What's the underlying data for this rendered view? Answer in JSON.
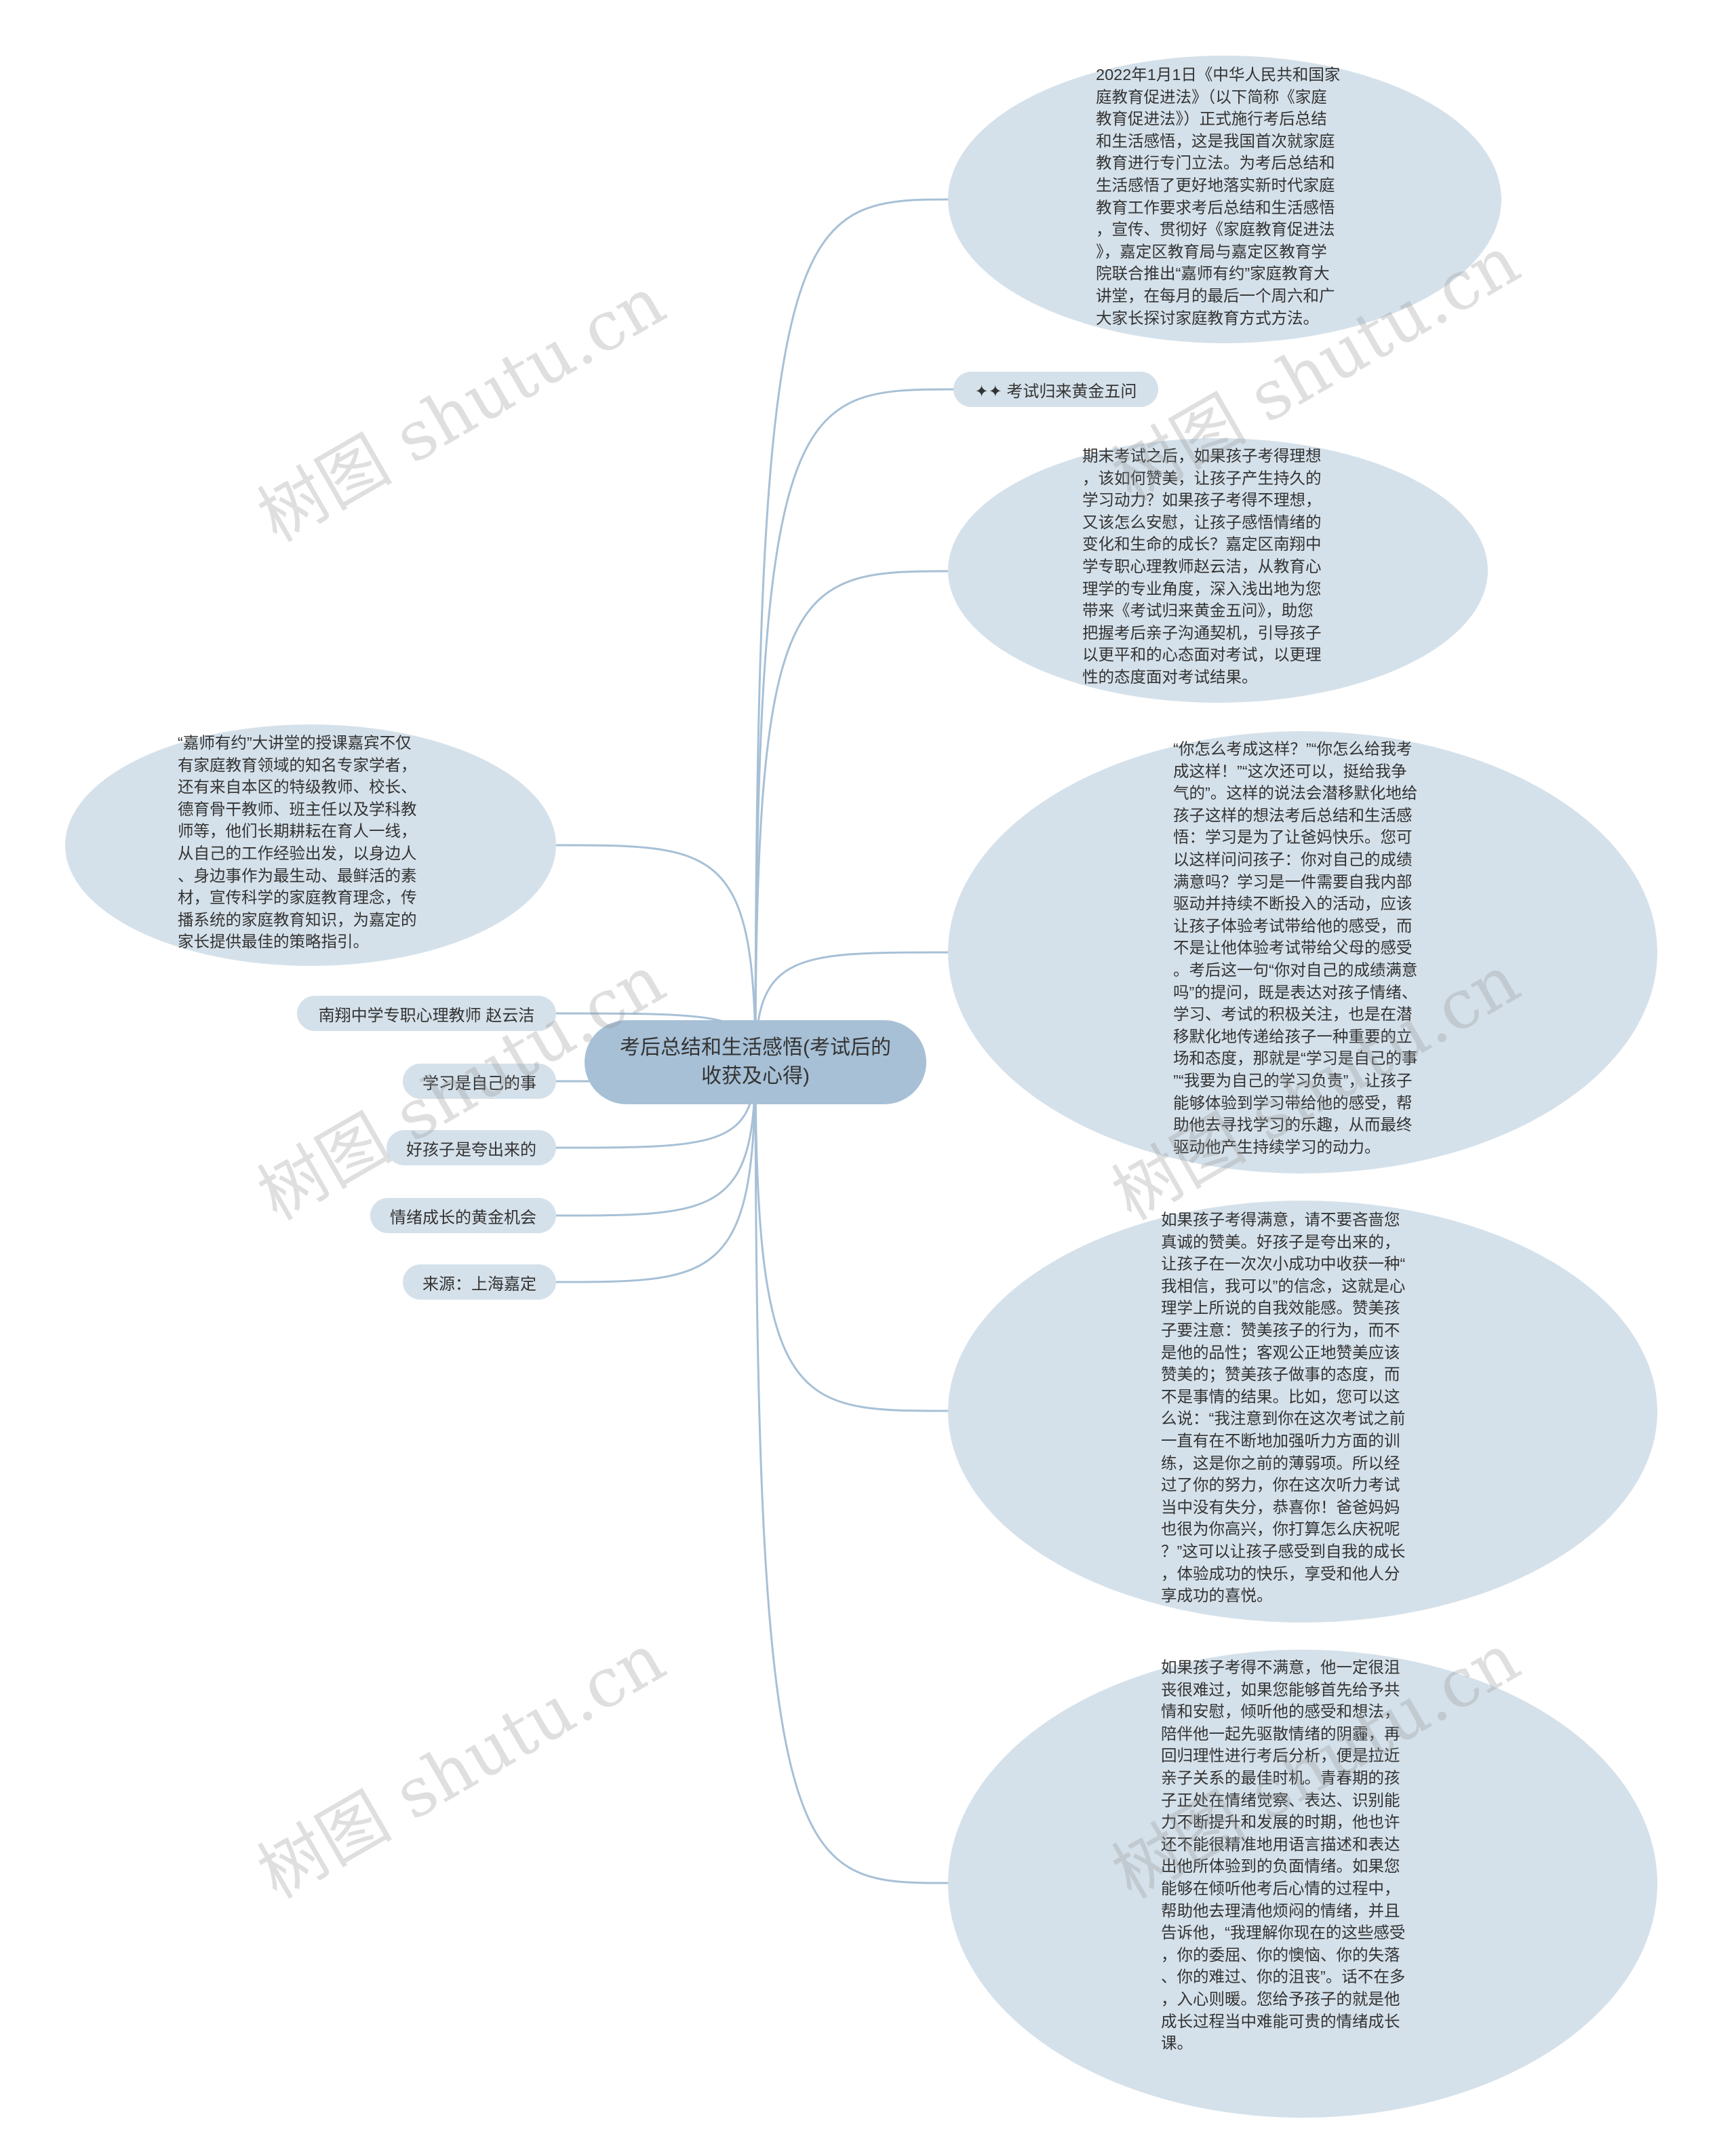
{
  "root": {
    "label": "考后总结和生活感悟(考试后的收获及心得)"
  },
  "right_nodes": [
    {
      "text": "2022年1月1日《中华人民共和国家\n庭教育促进法》（以下简称《家庭\n教育促进法》）正式施行考后总结\n和生活感悟，这是我国首次就家庭\n教育进行专门立法。为考后总结和\n生活感悟了更好地落实新时代家庭\n教育工作要求考后总结和生活感悟\n，宣传、贯彻好《家庭教育促进法\n》，嘉定区教育局与嘉定区教育学\n院联合推出“嘉师有约”家庭教育大\n讲堂，在每月的最后一个周六和广\n大家长探讨家庭教育方式方法。"
    },
    {
      "text": "✦✦ 考试归来黄金五问"
    },
    {
      "text": "期末考试之后，如果孩子考得理想\n，该如何赞美，让孩子产生持久的\n学习动力？如果孩子考得不理想，\n又该怎么安慰，让孩子感悟情绪的\n变化和生命的成长？嘉定区南翔中\n学专职心理教师赵云洁，从教育心\n理学的专业角度，深入浅出地为您\n带来《考试归来黄金五问》，助您\n把握考后亲子沟通契机，引导孩子\n以更平和的心态面对考试，以更理\n性的态度面对考试结果。"
    },
    {
      "text": "“你怎么考成这样？”“你怎么给我考\n成这样！”“这次还可以，挺给我争\n气的”。这样的说法会潜移默化地给\n孩子这样的想法考后总结和生活感\n悟：学习是为了让爸妈快乐。您可\n以这样问问孩子：你对自己的成绩\n满意吗？学习是一件需要自我内部\n驱动并持续不断投入的活动，应该\n让孩子体验考试带给他的感受，而\n不是让他体验考试带给父母的感受\n。考后这一句“你对自己的成绩满意\n吗”的提问，既是表达对孩子情绪、\n学习、考试的积极关注，也是在潜\n移默化地传递给孩子一种重要的立\n场和态度，那就是“学习是自己的事\n”“我要为自己的学习负责”，让孩子\n能够体验到学习带给他的感受，帮\n助他去寻找学习的乐趣，从而最终\n驱动他产生持续学习的动力。"
    },
    {
      "text": "如果孩子考得满意，请不要吝啬您\n真诚的赞美。好孩子是夸出来的，\n让孩子在一次次小成功中收获一种“\n我相信，我可以”的信念，这就是心\n理学上所说的自我效能感。赞美孩\n子要注意：赞美孩子的行为，而不\n是他的品性；客观公正地赞美应该\n赞美的；赞美孩子做事的态度，而\n不是事情的结果。比如，您可以这\n么说：“我注意到你在这次考试之前\n一直有在不断地加强听力方面的训\n练，这是你之前的薄弱项。所以经\n过了你的努力，你在这次听力考试\n当中没有失分，恭喜你！爸爸妈妈\n也很为你高兴，你打算怎么庆祝呢\n？”这可以让孩子感受到自我的成长\n，体验成功的快乐，享受和他人分\n享成功的喜悦。"
    },
    {
      "text": "如果孩子考得不满意，他一定很沮\n丧很难过，如果您能够首先给予共\n情和安慰，倾听他的感受和想法，\n陪伴他一起先驱散情绪的阴霾，再\n回归理性进行考后分析，便是拉近\n亲子关系的最佳时机。青春期的孩\n子正处在情绪觉察、表达、识别能\n力不断提升和发展的时期，他也许\n还不能很精准地用语言描述和表达\n出他所体验到的负面情绪。如果您\n能够在倾听他考后心情的过程中，\n帮助他去理清他烦闷的情绪，并且\n告诉他，“我理解你现在的这些感受\n，你的委屈、你的懊恼、你的失落\n、你的难过、你的沮丧”。话不在多\n，入心则暖。您给予孩子的就是他\n成长过程当中难能可贵的情绪成长\n课。"
    }
  ],
  "left_nodes": [
    {
      "text": "“嘉师有约”大讲堂的授课嘉宾不仅\n有家庭教育领域的知名专家学者，\n还有来自本区的特级教师、校长、\n德育骨干教师、班主任以及学科教\n师等，他们长期耕耘在育人一线，\n从自己的工作经验出发，以身边人\n、身边事作为最生动、最鲜活的素\n材，宣传科学的家庭教育理念，传\n播系统的家庭教育知识，为嘉定的\n家长提供最佳的策略指引。"
    },
    {
      "text": "南翔中学专职心理教师 赵云洁"
    },
    {
      "text": "学习是自己的事"
    },
    {
      "text": "好孩子是夸出来的"
    },
    {
      "text": "情绪成长的黄金机会"
    },
    {
      "text": "来源：上海嘉定"
    }
  ],
  "watermark": "树图 shutu.cn",
  "colors": {
    "root_fill": "#a7c0d6",
    "node_fill": "#d5e1ea",
    "link": "#a7c0d6"
  }
}
